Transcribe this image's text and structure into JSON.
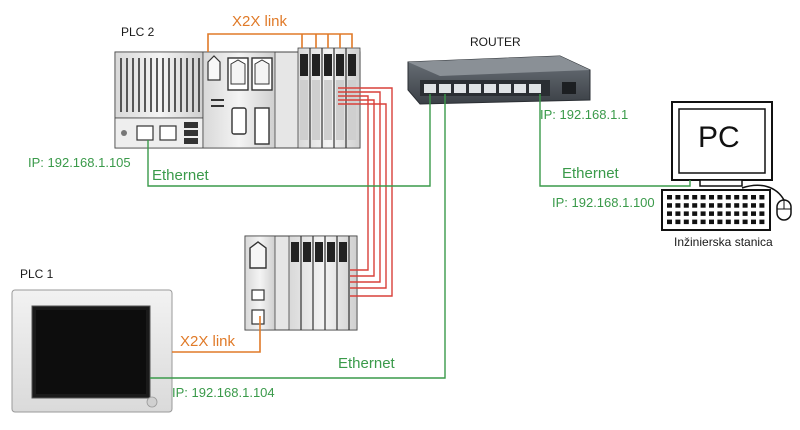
{
  "labels": {
    "plc2_title": "PLC 2",
    "plc1_title": "PLC 1",
    "router_title": "ROUTER",
    "x2x_link_top": "X2X link",
    "x2x_link_bottom": "X2X link",
    "ethernet_plc2": "Ethernet",
    "ethernet_pc": "Ethernet",
    "ethernet_plc1": "Ethernet",
    "ip_plc2": "IP: 192.168.1.105",
    "ip_router": "IP: 192.168.1.1",
    "ip_pc": "IP: 192.168.1.100",
    "ip_plc1": "IP: 192.168.1.104",
    "pc_screen_text": "PC",
    "workstation_caption": "Inžinierska stanica"
  },
  "colors": {
    "ethernet_line": "#3a9a4a",
    "x2x_line": "#e07a28",
    "red_cable": "#d9403a"
  }
}
